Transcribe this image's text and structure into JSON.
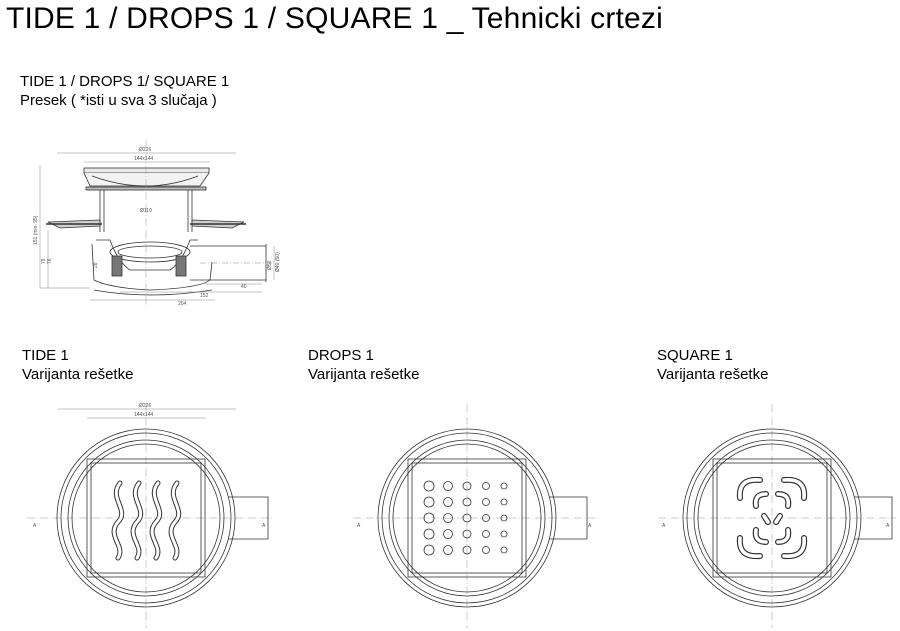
{
  "title": "TIDE 1 / DROPS 1 / SQUARE 1 _ Tehnicki crtezi",
  "section": {
    "line1": "TIDE 1 / DROPS 1/ SQUARE 1",
    "line2": "Presek ( *isti u sva 3 slučaja )"
  },
  "section_dims": {
    "d226": "Ø226",
    "s144": "144x144",
    "d110": "Ø110",
    "h151": "151 (min. 95)",
    "h79": "79",
    "h76": "76",
    "h28": "28",
    "d40": "Ø40 (50)",
    "d50": "Ø50",
    "w40": "40",
    "w152": "152",
    "w204": "204"
  },
  "variants": [
    {
      "name": "TIDE 1",
      "caption": "Varijanta rešetke",
      "pattern": "waves"
    },
    {
      "name": "DROPS 1",
      "caption": "Varijanta rešetke",
      "pattern": "dots"
    },
    {
      "name": "SQUARE 1",
      "caption": "Varijanta rešetke",
      "pattern": "square"
    }
  ],
  "plan_dims": {
    "d226": "Ø226",
    "s144": "144x144"
  },
  "section_marker": "A"
}
